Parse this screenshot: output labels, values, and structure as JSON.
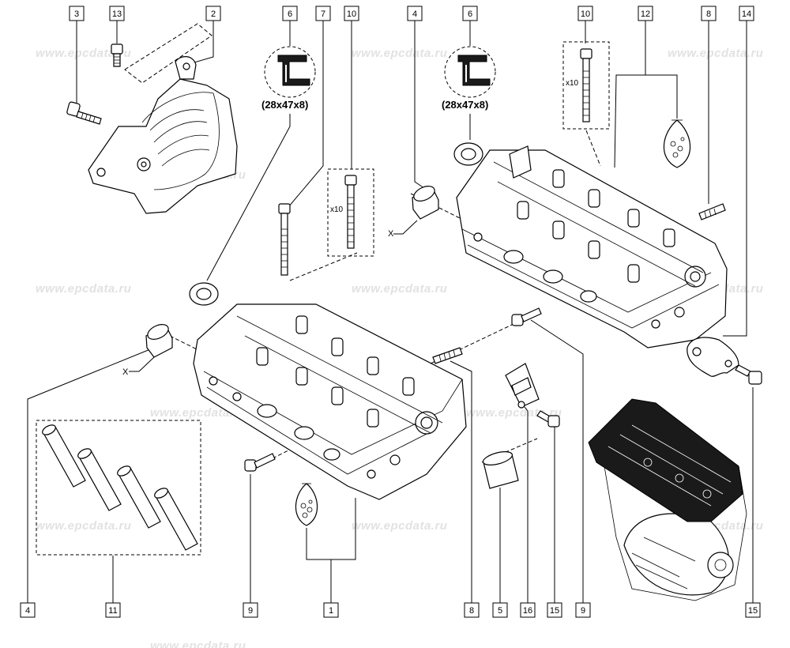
{
  "watermark": "www.epcdata.ru",
  "seal_spec": "(28x47x8)",
  "multiplier": "x10",
  "axis_label": "X",
  "callouts": {
    "c3": "3",
    "c13": "13",
    "c2": "2",
    "c6a": "6",
    "c7": "7",
    "c10a": "10",
    "c4a": "4",
    "c6b": "6",
    "c10b": "10",
    "c12": "12",
    "c8a": "8",
    "c14": "14",
    "c4b": "4",
    "c11": "11",
    "c9a": "9",
    "c1": "1",
    "c8b": "8",
    "c5": "5",
    "c16": "16",
    "c15a": "15",
    "c9b": "9",
    "c15b": "15"
  }
}
